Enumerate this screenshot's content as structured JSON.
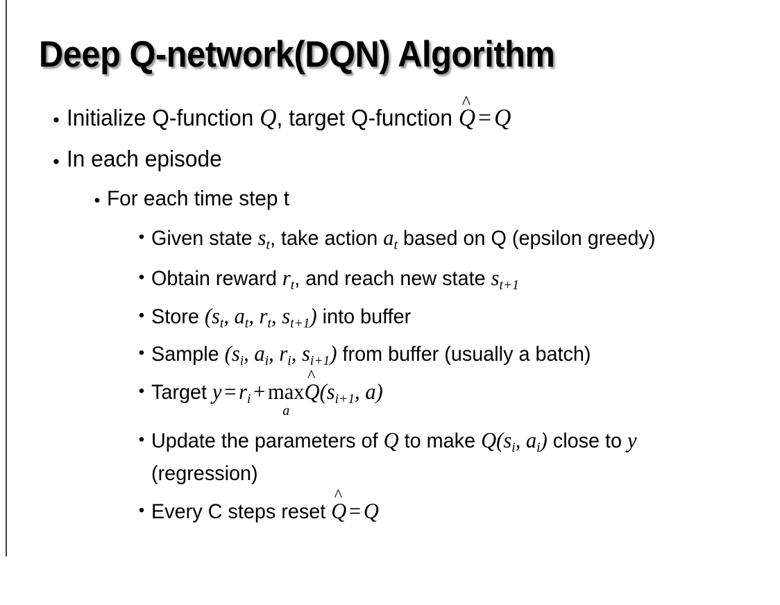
{
  "slide": {
    "title": "Deep Q-network(DQN) Algorithm",
    "background_color": "#ffffff",
    "text_color": "#000000",
    "edge_rule_color": "#3a3a3a",
    "bullet_glyph": "•"
  },
  "bullets": {
    "initialize": {
      "lead": "Initialize Q-function ",
      "q1": "Q",
      "mid": ", target Q-function ",
      "qhat": "Q",
      "hat": "^",
      "equals": "=",
      "q2": "Q"
    },
    "in_each_episode": "In each episode",
    "for_each_time_step": "For each time step t",
    "given_state": {
      "lead": "Given state ",
      "s": "s",
      "s_sub": "t",
      "mid": ", take action ",
      "a": "a",
      "a_sub": "t",
      "tail": " based on Q (epsilon greedy)"
    },
    "obtain_reward": {
      "lead": "Obtain reward ",
      "r": "r",
      "r_sub": "t",
      "mid": ", and reach new state ",
      "s": "s",
      "s_sub": "t+1"
    },
    "store": {
      "lead": "Store ",
      "open": "(",
      "s": "s",
      "s_sub": "t",
      "c1": ", ",
      "a": "a",
      "a_sub": "t",
      "c2": ", ",
      "r": "r",
      "r_sub": "t",
      "c3": ", ",
      "s2": "s",
      "s2_sub": "t+1",
      "close": ")",
      "tail": " into buffer"
    },
    "sample": {
      "lead": "Sample ",
      "open": "(",
      "s": "s",
      "s_sub": "i",
      "c1": ", ",
      "a": "a",
      "a_sub": "i",
      "c2": ", ",
      "r": "r",
      "r_sub": "i",
      "c3": ", ",
      "s2": "s",
      "s2_sub": "i+1",
      "close": ")",
      "tail": " from buffer (usually a batch)"
    },
    "target": {
      "lead": "Target ",
      "y": "y",
      "equals": "=",
      "r": "r",
      "r_sub": "i",
      "plus": "+",
      "max": "max",
      "max_sub": "a",
      "qhat": "Q",
      "hat": "^",
      "open": "(",
      "s": "s",
      "s_sub": "i+1",
      "comma": ", ",
      "a": "a",
      "close": ")"
    },
    "update": {
      "lead": "Update the parameters of ",
      "q1": "Q",
      "mid": " to make ",
      "q2": "Q",
      "open": "(",
      "s": "s",
      "s_sub": "i",
      "comma": ", ",
      "a": "a",
      "a_sub": "i",
      "close": ")",
      "tail": " close to ",
      "y": "y",
      "tail2": " (regression)"
    },
    "every_c": {
      "lead": "Every C steps reset ",
      "qhat": "Q",
      "hat": "^",
      "equals": "=",
      "q": "Q"
    }
  }
}
